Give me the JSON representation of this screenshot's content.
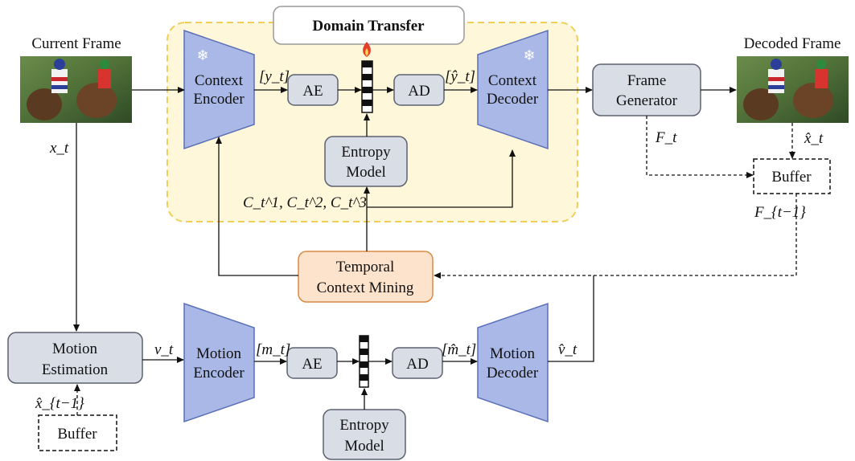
{
  "title": "Domain Transfer",
  "current_frame": {
    "label": "Current Frame",
    "symbol": "x_t"
  },
  "decoded_frame": {
    "label": "Decoded Frame",
    "symbol": "x̂_t"
  },
  "context_encoder": {
    "line1": "Context",
    "line2": "Encoder",
    "icon": "snowflake-icon"
  },
  "context_decoder": {
    "line1": "Context",
    "line2": "Decoder",
    "icon": "snowflake-icon"
  },
  "top_ae": "AE",
  "top_ad": "AD",
  "top_entropy": {
    "line1": "Entropy",
    "line2": "Model"
  },
  "y_t": "[y_t]",
  "y_hat_t": "[ŷ_t]",
  "flame_icon": "flame-icon",
  "frame_generator": {
    "line1": "Frame",
    "line2": "Generator"
  },
  "F_t": "F_t",
  "buffer_top": {
    "label": "Buffer"
  },
  "F_t_minus_1": "F_{t−1}",
  "contexts": "C_t^1, C_t^2, C_t^3",
  "temporal_context_mining": {
    "line1": "Temporal",
    "line2": "Context Mining"
  },
  "motion_estimation": {
    "line1": "Motion",
    "line2": "Estimation"
  },
  "v_t": "v_t",
  "motion_encoder": {
    "line1": "Motion",
    "line2": "Encoder"
  },
  "m_t": "[m_t]",
  "bottom_ae": "AE",
  "bottom_ad": "AD",
  "m_hat_t": "[m̂_t]",
  "motion_decoder": {
    "line1": "Motion",
    "line2": "Decoder"
  },
  "v_hat_t": "v̂_t",
  "bottom_entropy": {
    "line1": "Entropy",
    "line2": "Model"
  },
  "buffer_bottom": {
    "label": "Buffer"
  },
  "x_hat_t_minus_1": "x̂_{t−1}",
  "colors": {
    "encoder_fill": "#a9b8e6",
    "encoder_stroke": "#5a6fb8",
    "box_fill": "#d9dde6",
    "box_stroke": "#5c6270",
    "domain_bg": "#fff7d9",
    "domain_border": "#f0cf58",
    "tcm_fill": "#fde3cc",
    "tcm_stroke": "#d98a44",
    "flame": "#e53b2a"
  }
}
